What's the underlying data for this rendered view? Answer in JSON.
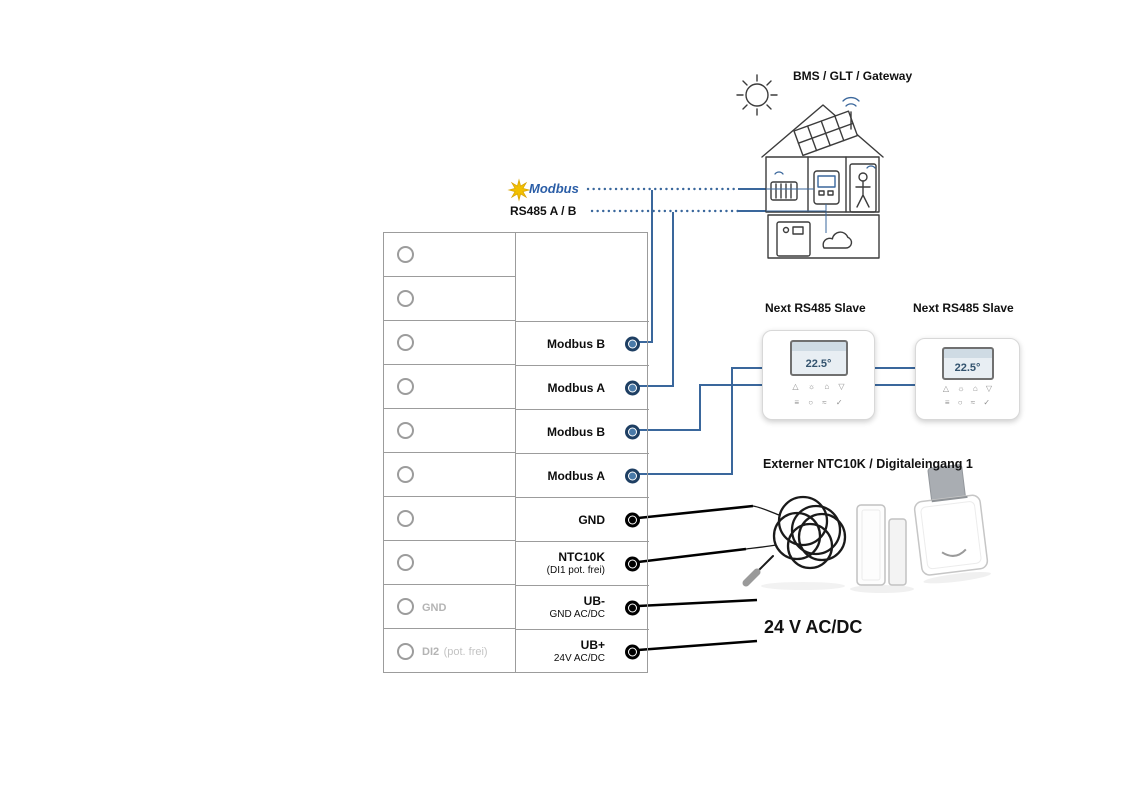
{
  "labels": {
    "modbus": "Modbus",
    "rs485": "RS485 A / B",
    "gateway": "BMS / GLT / Gateway",
    "slave1": "Next RS485 Slave",
    "slave2": "Next RS485 Slave",
    "external": "Externer NTC10K / Digitaleingang 1",
    "power": "24 V AC/DC"
  },
  "colors": {
    "wire_blue": "#3a679c",
    "wire_black": "#000000",
    "terminal_ring_blue": "#1e3f63",
    "terminal_dot_blue": "#4a7aa8",
    "modbus_yellow": "#f3c000",
    "modbus_blue": "#2b5ea7",
    "muted_gray": "#b4b4b4"
  },
  "terminal_block": {
    "left_rows": [
      {
        "label": "",
        "sub": ""
      },
      {
        "label": "",
        "sub": ""
      },
      {
        "label": "",
        "sub": ""
      },
      {
        "label": "",
        "sub": ""
      },
      {
        "label": "",
        "sub": ""
      },
      {
        "label": "",
        "sub": ""
      },
      {
        "label": "",
        "sub": ""
      },
      {
        "label": "",
        "sub": ""
      },
      {
        "label": "GND",
        "sub": ""
      },
      {
        "label": "DI2",
        "sub": "(pot. frei)"
      }
    ],
    "right_rows": [
      {
        "label": "Modbus B",
        "sub": "",
        "type": "blue"
      },
      {
        "label": "Modbus A",
        "sub": "",
        "type": "blue"
      },
      {
        "label": "Modbus B",
        "sub": "",
        "type": "blue"
      },
      {
        "label": "Modbus A",
        "sub": "",
        "type": "blue"
      },
      {
        "label": "GND",
        "sub": "",
        "type": "black"
      },
      {
        "label": "NTC10K",
        "sub": "(DI1 pot. frei)",
        "type": "black"
      },
      {
        "label": "UB-",
        "sub": "GND AC/DC",
        "type": "black"
      },
      {
        "label": "UB+",
        "sub": "24V AC/DC",
        "type": "black"
      }
    ]
  },
  "thermostat": {
    "display_temp": "22.5°",
    "buttons_row1": "△ ☼ ⌂ ▽",
    "buttons_row2": "≡ ○ ≈ ✓"
  }
}
